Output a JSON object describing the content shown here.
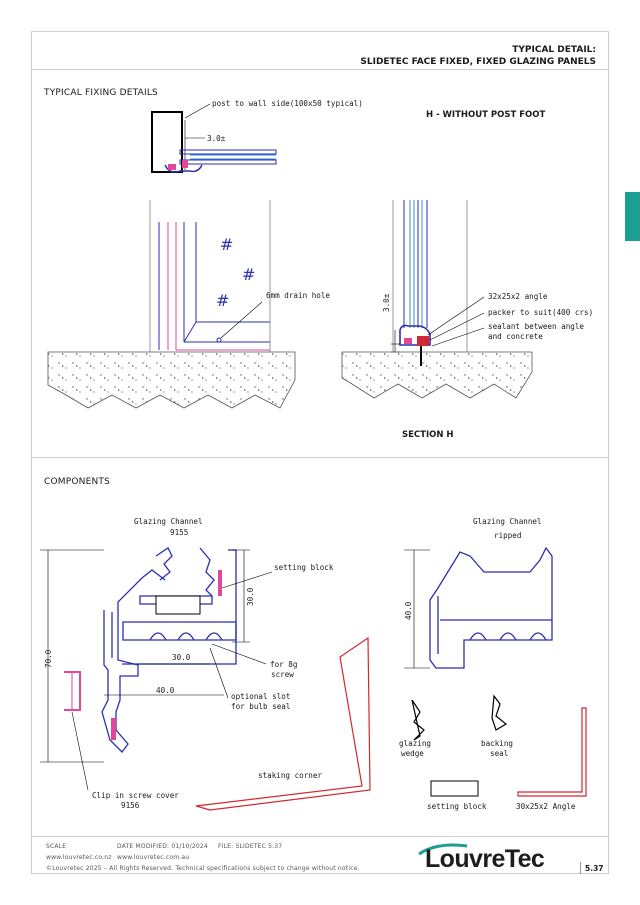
{
  "header": {
    "title_line1": "TYPICAL DETAIL:",
    "title_line2": "SLIDETEC FACE FIXED, FIXED GLAZING PANELS"
  },
  "fixing": {
    "section_title": "TYPICAL FIXING DETAILS",
    "post_label": "post to wall side(100x50 typical)",
    "dim_top": "3.0±",
    "view_title": "H - WITHOUT POST FOOT",
    "drain_label": "6mm drain hole",
    "angle_label": "32x25x2 angle",
    "packer_label": "packer to suit(400 crs)",
    "sealant_line1": "sealant between angle",
    "sealant_line2": "and concrete",
    "dim_side": "3.0±",
    "section_label": "SECTION H"
  },
  "components": {
    "section_title": "COMPONENTS",
    "gc_title": "Glazing Channel",
    "gc_code": "9155",
    "gcr_title": "Glazing Channel",
    "gcr_sub": "ripped",
    "setting_block_label": "setting block",
    "dim_30_vert": "30.0",
    "dim_70": "70.0",
    "dim_30_horiz": "30.0",
    "dim_40_horiz": "40.0",
    "dim_40_vert": "40.0",
    "screw_line1": "for 8g",
    "screw_line2": "screw",
    "slot_line1": "optional slot",
    "slot_line2": "for bulb seal",
    "clip_line1": "Clip in screw cover",
    "clip_line2": "9156",
    "staking_label": "staking corner",
    "wedge_line1": "glazing",
    "wedge_line2": "wedge",
    "backing_line1": "backing",
    "backing_line2": "seal",
    "setting_block_part": "setting block",
    "angle_part": "30x25x2 Angle"
  },
  "footer": {
    "scale_label": "SCALE",
    "date_modified": "DATE MODIFIED: 01/10/2024",
    "file": "FILE: SLIDETEC 5.37",
    "web1": "www.louvretec.co.nz",
    "web2": "www.louvretec.com.au",
    "copyright": "©Louvretec 2025 – All Rights Reserved. Technical specifications subject to change without notice.",
    "logo_text": "LouvreTec",
    "page_number": "5.37"
  },
  "colors": {
    "profile_blue": "#2b2fb0",
    "glass_blue": "#3a8fd6",
    "seal_pink": "#e0489a",
    "angle_red": "#d3282f",
    "tab_teal": "#1c9e93",
    "line_grey": "#cfcfcf"
  }
}
